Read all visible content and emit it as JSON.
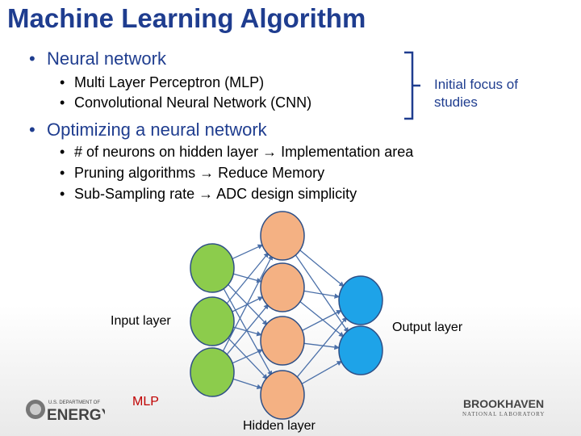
{
  "slide": {
    "title": "Machine Learning Algorithm",
    "bullets": [
      {
        "text": "Neural network",
        "subs": [
          "Multi Layer Perceptron (MLP)",
          "Convolutional Neural Network (CNN)"
        ]
      },
      {
        "text": "Optimizing a neural network",
        "subs": [
          "# of neurons on hidden layer → Implementation area",
          "Pruning algorithms → Reduce Memory",
          "Sub-Sampling rate → ADC design simplicity"
        ]
      }
    ],
    "side_note": [
      "Initial focus of",
      "studies"
    ]
  },
  "diagram": {
    "labels": {
      "input": "Input layer",
      "output": "Output layer",
      "hidden": "Hidden layer",
      "mlp": "MLP"
    },
    "colors": {
      "input": "#8ccc4c",
      "hidden": "#f4b183",
      "output": "#1ea3e8",
      "edge": "#4a6fa8"
    },
    "layers": {
      "input": 3,
      "hidden": 4,
      "output": 2
    }
  },
  "logos": {
    "left": {
      "small": "U.S. DEPARTMENT OF",
      "big": "ENERGY"
    },
    "right": {
      "big": "BROOKHAVEN",
      "small": "NATIONAL LABORATORY"
    }
  }
}
